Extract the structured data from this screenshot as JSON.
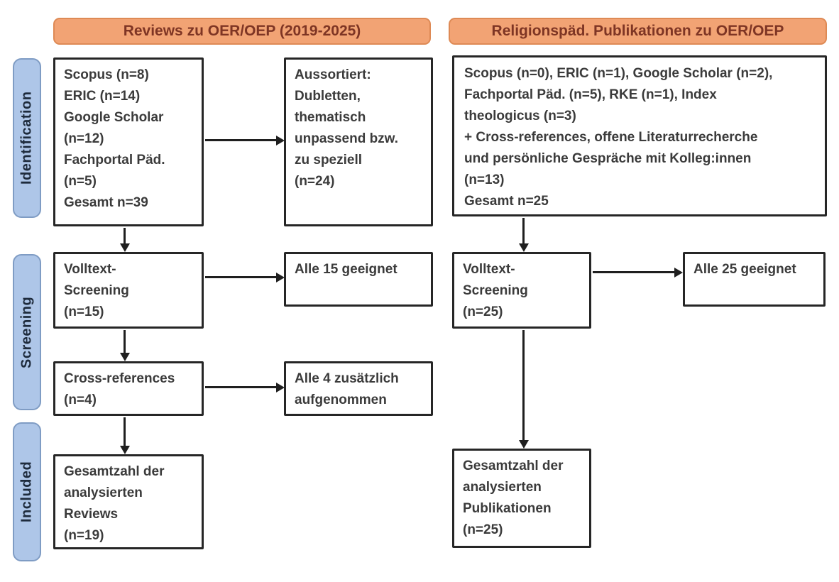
{
  "palette": {
    "header_fill": "#F2A374",
    "header_border": "#DE8A55",
    "header_text": "#7E3524",
    "stage_fill": "#AEC6E8",
    "stage_border": "#7F9CC4",
    "stage_text": "#1E2B3C",
    "box_border": "#262626",
    "box_text": "#3B3B3B",
    "arrow": "#1F1F1F"
  },
  "headers": {
    "left": "Reviews zu OER/OEP (2019-2025)",
    "right": "Religionspäd. Publikationen zu OER/OEP"
  },
  "stages": {
    "identification": "Identification",
    "screening": "Screening",
    "included": "Included"
  },
  "left_flow": {
    "identification_sources": "Scopus (n=8)\nERIC (n=14)\nGoogle Scholar\n(n=12)\nFachportal Päd.\n(n=5)\nGesamt n=39",
    "excluded": "Aussortiert:\nDubletten,\nthematisch\nunpassend bzw.\nzu speziell\n(n=24)",
    "fulltext_screening": "Volltext-\nScreening\n(n=15)",
    "fulltext_result": "Alle 15 geeignet",
    "cross_references": "Cross-references\n(n=4)",
    "cross_references_result": "Alle 4 zusätzlich\naufgenommen",
    "included_total": "Gesamtzahl der\nanalysierten\nReviews\n(n=19)"
  },
  "right_flow": {
    "identification_sources": "Scopus (n=0), ERIC (n=1), Google Scholar (n=2),\nFachportal Päd. (n=5), RKE (n=1), Index\ntheologicus (n=3)\n+ Cross-references, offene Literaturrecherche\nund persönliche Gespräche mit Kolleg:innen\n(n=13)\nGesamt n=25",
    "fulltext_screening": "Volltext-\nScreening\n(n=25)",
    "fulltext_result": "Alle 25 geeignet",
    "included_total": "Gesamtzahl der\nanalysierten\nPublikationen\n(n=25)"
  }
}
